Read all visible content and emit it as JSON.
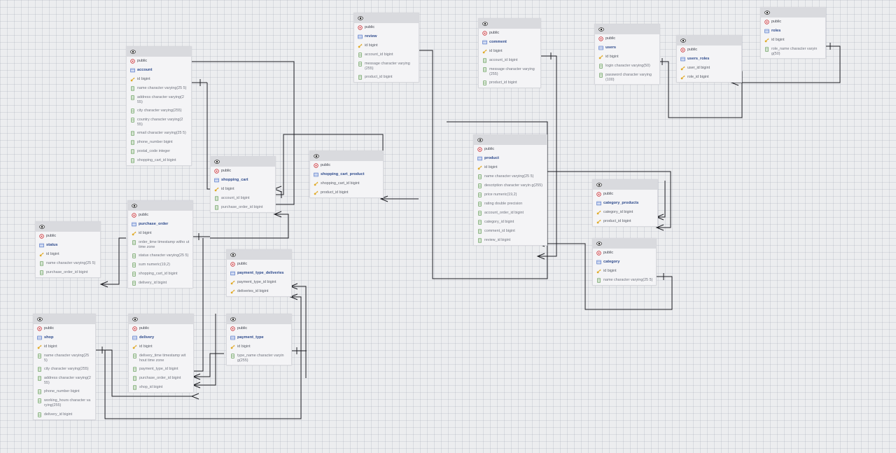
{
  "diagram": {
    "tables": [
      {
        "id": "account",
        "schema": "public",
        "name": "account",
        "columns": [
          {
            "text": "id bigint",
            "pk": true
          },
          {
            "text": "name character varying(25 5)"
          },
          {
            "text": "address character varying(2 55)"
          },
          {
            "text": "city character varying(255)"
          },
          {
            "text": "country character varying(2 55)"
          },
          {
            "text": "email character varying(25 5)"
          },
          {
            "text": "phone_number bigint"
          },
          {
            "text": "postal_code integer"
          },
          {
            "text": "shopping_cart_id bigint"
          }
        ]
      },
      {
        "id": "review",
        "schema": "public",
        "name": "review",
        "columns": [
          {
            "text": "id bigint",
            "pk": true
          },
          {
            "text": "account_id bigint"
          },
          {
            "text": "message character varying (255)"
          },
          {
            "text": "product_id bigint"
          }
        ]
      },
      {
        "id": "comment",
        "schema": "public",
        "name": "comment",
        "columns": [
          {
            "text": "id bigint",
            "pk": true
          },
          {
            "text": "account_id bigint"
          },
          {
            "text": "message character varying (255)"
          },
          {
            "text": "product_id bigint"
          }
        ]
      },
      {
        "id": "users",
        "schema": "public",
        "name": "users",
        "columns": [
          {
            "text": "id bigint",
            "pk": true
          },
          {
            "text": "login character varying(50)"
          },
          {
            "text": "password character varying (100)"
          }
        ]
      },
      {
        "id": "users_roles",
        "schema": "public",
        "name": "users_roles",
        "columns": [
          {
            "text": "user_id bigint",
            "pk": true
          },
          {
            "text": "role_id bigint",
            "pk": true
          }
        ]
      },
      {
        "id": "roles",
        "schema": "public",
        "name": "roles",
        "columns": [
          {
            "text": "id bigint",
            "pk": true
          },
          {
            "text": "role_name character varyin g(50)"
          }
        ]
      },
      {
        "id": "shopping_cart",
        "schema": "public",
        "name": "shopping_cart",
        "columns": [
          {
            "text": "id bigint",
            "pk": true
          },
          {
            "text": "account_id bigint"
          },
          {
            "text": "purchase_order_id bigint"
          }
        ]
      },
      {
        "id": "shopping_cart_product",
        "schema": "public",
        "name": "shopping_cart_product",
        "columns": [
          {
            "text": "shopping_cart_id bigint",
            "pk": true
          },
          {
            "text": "product_id bigint",
            "pk": true
          }
        ]
      },
      {
        "id": "product",
        "schema": "public",
        "name": "product",
        "columns": [
          {
            "text": "id bigint",
            "pk": true
          },
          {
            "text": "name character varying(25 5)"
          },
          {
            "text": "description character varyin g(255)"
          },
          {
            "text": "price numeric(19,2)"
          },
          {
            "text": "rating double precision"
          },
          {
            "text": "account_order_id bigint"
          },
          {
            "text": "category_id bigint"
          },
          {
            "text": "comment_id bigint"
          },
          {
            "text": "review_id bigint"
          }
        ]
      },
      {
        "id": "category_products",
        "schema": "public",
        "name": "category_products",
        "columns": [
          {
            "text": "category_id bigint",
            "pk": true
          },
          {
            "text": "product_id bigint",
            "pk": true
          }
        ]
      },
      {
        "id": "category",
        "schema": "public",
        "name": "category",
        "columns": [
          {
            "text": "id bigint",
            "pk": true
          },
          {
            "text": "name character varying(25 5)"
          }
        ]
      },
      {
        "id": "purchase_order",
        "schema": "public",
        "name": "purchase_order",
        "columns": [
          {
            "text": "id bigint",
            "pk": true
          },
          {
            "text": "order_time timestamp witho ut time zone"
          },
          {
            "text": "status character varying(25 5)"
          },
          {
            "text": "sum numeric(19,2)"
          },
          {
            "text": "shopping_cart_id bigint"
          },
          {
            "text": "delivery_id bigint"
          }
        ]
      },
      {
        "id": "status",
        "schema": "public",
        "name": "status",
        "columns": [
          {
            "text": "id bigint",
            "pk": true
          },
          {
            "text": "name character varying(25 5)"
          },
          {
            "text": "purchase_order_id bigint"
          }
        ]
      },
      {
        "id": "payment_type_deliveries",
        "schema": "public",
        "name": "payment_type_deliveries",
        "columns": [
          {
            "text": "payment_type_id bigint",
            "pk": true
          },
          {
            "text": "deliveries_id bigint",
            "pk": true
          }
        ]
      },
      {
        "id": "shop",
        "schema": "public",
        "name": "shop",
        "columns": [
          {
            "text": "id bigint",
            "pk": true
          },
          {
            "text": "name character varying(25 5)"
          },
          {
            "text": "city character varying(255)"
          },
          {
            "text": "address character varying(2 55)"
          },
          {
            "text": "phone_number bigint"
          },
          {
            "text": "working_hours character va rying(255)"
          },
          {
            "text": "delivery_id bigint"
          }
        ]
      },
      {
        "id": "delivery",
        "schema": "public",
        "name": "delivery",
        "columns": [
          {
            "text": "id bigint",
            "pk": true
          },
          {
            "text": "delivery_time timestamp wit hout time zone"
          },
          {
            "text": "payment_type_id bigint"
          },
          {
            "text": "purchase_order_id bigint"
          },
          {
            "text": "shop_id bigint"
          }
        ]
      },
      {
        "id": "payment_type",
        "schema": "public",
        "name": "payment_type",
        "columns": [
          {
            "text": "id bigint",
            "pk": true
          },
          {
            "text": "type_name character varyin g(255)"
          }
        ]
      }
    ]
  }
}
